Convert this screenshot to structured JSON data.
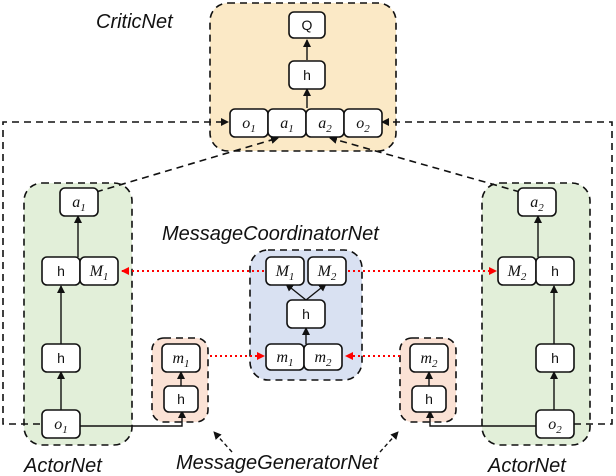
{
  "labels": {
    "critic_net": "CriticNet",
    "message_coordinator_net": "MessageCoordinatorNet",
    "message_generator_net": "MessageGeneratorNet",
    "actor_net_left": "ActorNet",
    "actor_net_right": "ActorNet"
  },
  "nodes": {
    "q": "Q",
    "h": "h",
    "o_base": "o",
    "a_base": "a",
    "m_upper_base": "M",
    "m_lower_base": "m",
    "sub_1": "1",
    "sub_2": "2"
  },
  "colors": {
    "critic_fill": "#fbe9c6",
    "actor_fill": "#e2efd9",
    "coordinator_fill": "#d9e1f2",
    "generator_fill": "#fbe2d5",
    "message_arrow": "#ff0000",
    "node_fill": "#ffffff",
    "stroke": "#111111"
  }
}
